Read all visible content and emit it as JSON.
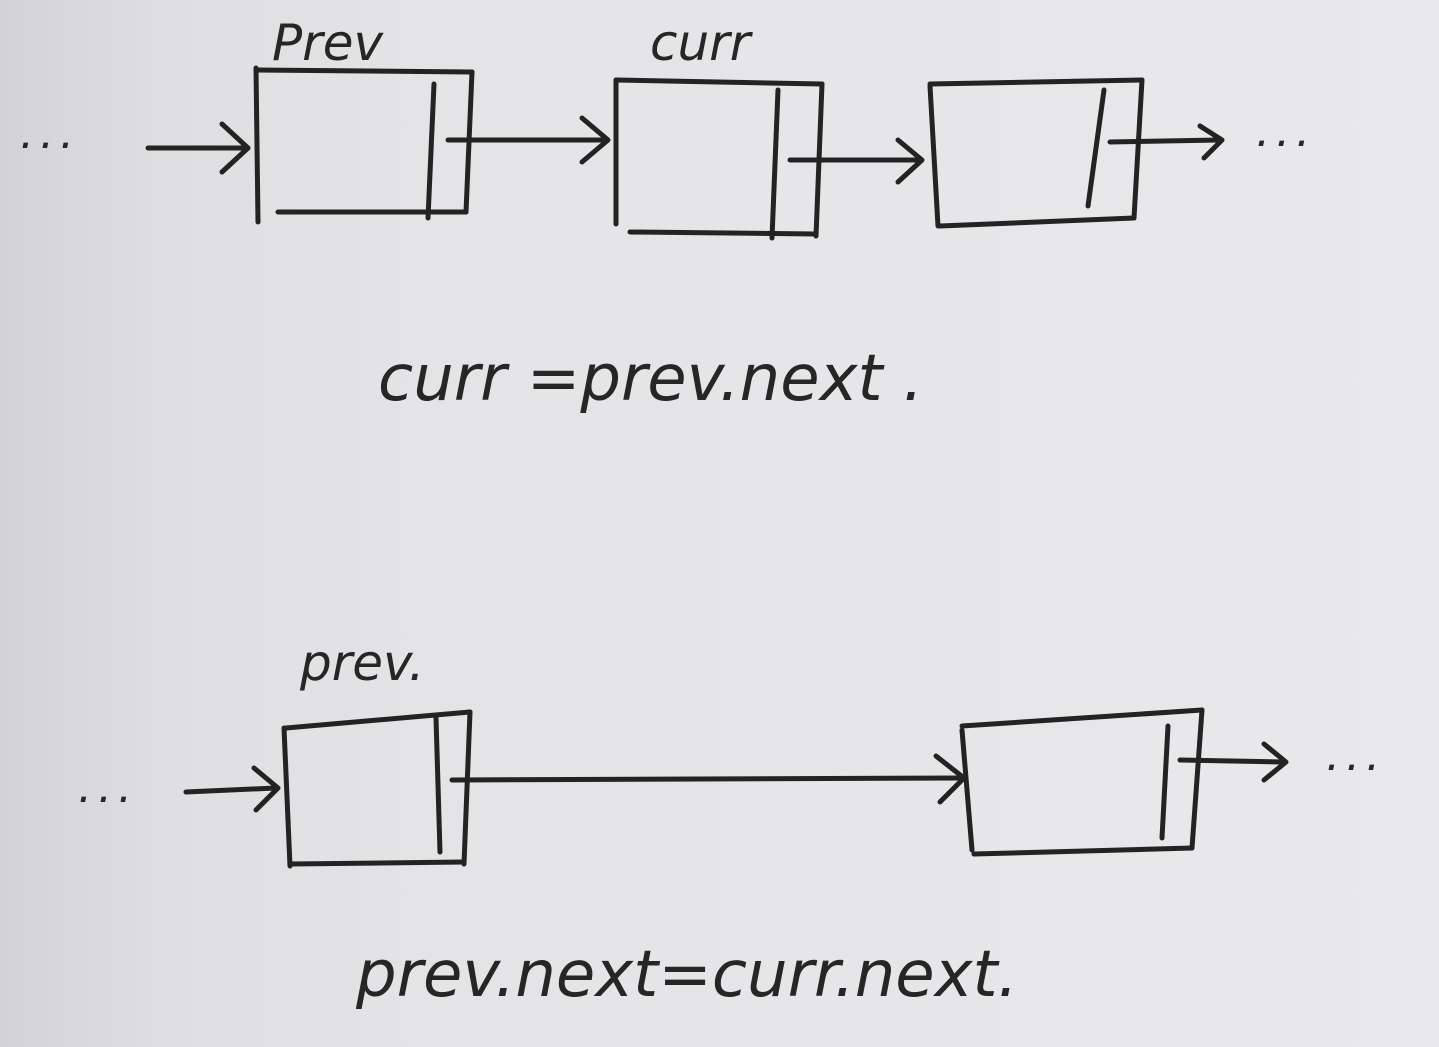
{
  "diagram_1": {
    "labels": {
      "prev": "Prev",
      "curr": "curr"
    },
    "leading_ellipsis": "...",
    "trailing_ellipsis": "...",
    "formula": "curr =prev.next ."
  },
  "diagram_2": {
    "labels": {
      "prev": "prev."
    },
    "leading_ellipsis": "...",
    "trailing_ellipsis": "...",
    "formula": "prev.next=curr.next."
  },
  "colors": {
    "ink": "#232323",
    "paper": "#e5e5e7"
  }
}
